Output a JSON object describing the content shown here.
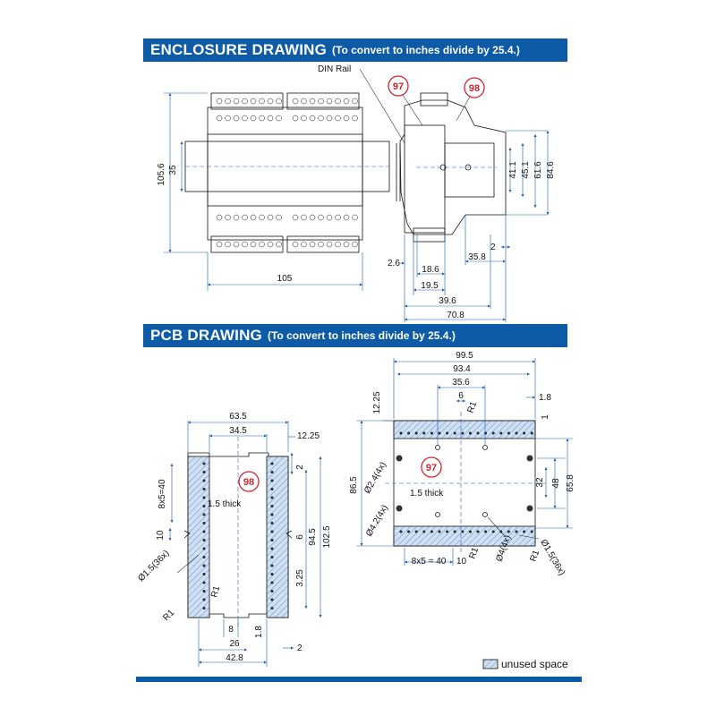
{
  "enclosure": {
    "title": "ENCLOSURE DRAWING",
    "subtitle": "(To convert to inches divide by 25.4.)",
    "din_rail_label": "DIN Rail",
    "callouts": [
      "97",
      "98"
    ],
    "front_dims": {
      "height": "105.6",
      "rail": "35",
      "width": "105"
    },
    "side_dims": {
      "h1": "41.1",
      "h2": "45.1",
      "h3": "61.6",
      "h4": "84.6",
      "w1": "2.6",
      "w2": "18.6",
      "w3": "19.5",
      "w4": "39.6",
      "w5": "70.8",
      "w6": "35.8",
      "w7": "2"
    }
  },
  "pcb": {
    "title": "PCB DRAWING",
    "subtitle": "(To convert to inches divide by 25.4.)",
    "left_board": {
      "callout": "98",
      "thickness": "1.5 thick",
      "dims": {
        "w_total": "63.5",
        "w_inner": "34.5",
        "edge": "12.25",
        "edge2": "2",
        "pitch": "8x5=40",
        "notch": "10",
        "notch_w": "6",
        "h1": "94.5",
        "h2": "102.5",
        "h3": "3.25",
        "hole": "Ø1.5(36x)",
        "r1a": "R1",
        "r1b": "R1",
        "tab": "8",
        "tab_gap": "26",
        "tab_h": "1.8",
        "bottom_w": "42.8",
        "bottom_edge": "2"
      }
    },
    "right_board": {
      "callout": "97",
      "thickness": "1.5 thick",
      "dims": {
        "w_total": "99.5",
        "w2": "93.4",
        "w3": "35.6",
        "w4": "6",
        "edge": "1.8",
        "edge_v": "12.25",
        "edge_v2": "1",
        "r1_top": "R1",
        "height": "86.5",
        "hole_small": "Ø2.4(4x)",
        "hole_large": "Ø4.2(4x)",
        "v1": "32",
        "v2": "48",
        "v3": "65.8",
        "pitch": "8x5 = 40",
        "notch": "10",
        "r1_a": "R1",
        "hole_mid": "Ø4(4x)",
        "r1_b": "R1",
        "hole_pin": "Ø1.5(36x)"
      }
    },
    "legend": "unused space"
  }
}
